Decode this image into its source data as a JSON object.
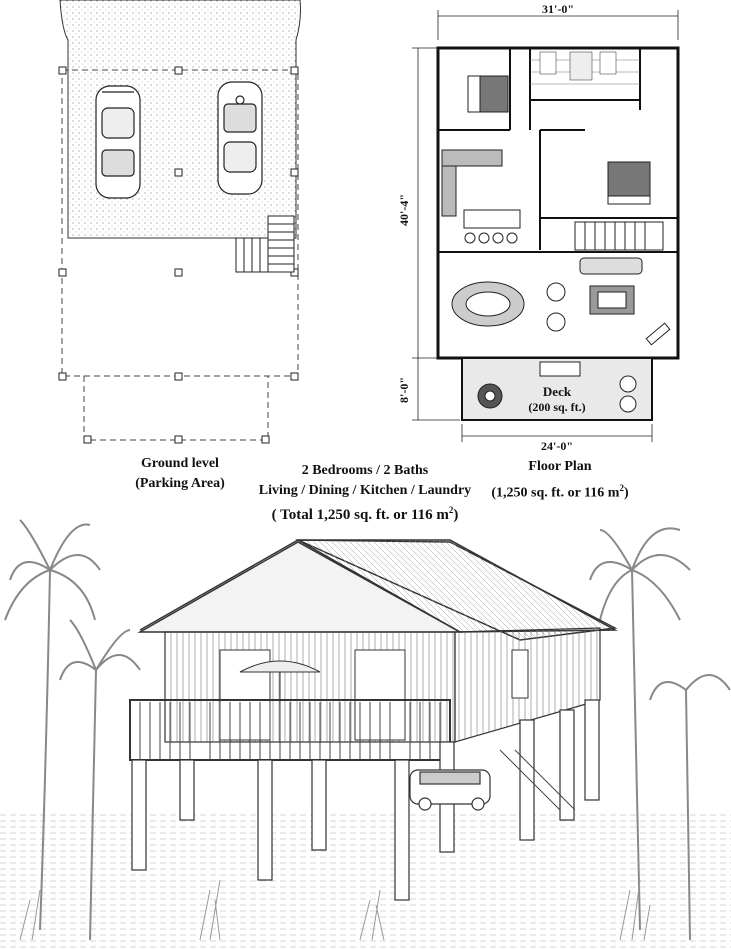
{
  "ground_level": {
    "title": "Ground level",
    "subtitle": "(Parking Area)"
  },
  "summary": {
    "line1": "2 Bedrooms / 2 Baths",
    "line2": "Living / Dining / Kitchen / Laundry",
    "line3": "( Total 1,250 sq. ft.  or 116 m",
    "line3_sup": "2",
    "line3_end": ")"
  },
  "floor_plan": {
    "title": "Floor Plan",
    "area": "(1,250 sq. ft. or 116 m",
    "area_sup": "2",
    "area_end": ")",
    "dim_top": "31'-0\"",
    "dim_side": "40'-4\"",
    "dim_deck_side": "8'-0\"",
    "dim_deck_bottom": "24'-0\"",
    "deck_label": "Deck",
    "deck_area": "(200 sq. ft.)"
  },
  "colors": {
    "line": "#222222",
    "hatch": "#777777",
    "sketch": "#555555"
  }
}
